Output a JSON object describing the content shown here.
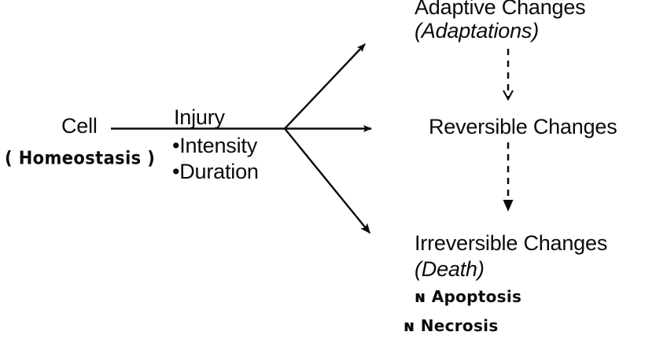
{
  "diagram": {
    "title_implicit": "Cell injury outcomes flow diagram",
    "nodes": {
      "cell": {
        "label": "Cell",
        "annotation": "( Homeostasis )"
      },
      "injury": {
        "label": "Injury",
        "bullets": [
          "•Intensity",
          "•Duration"
        ]
      },
      "adaptive": {
        "line1": "Adaptive Changes",
        "line2": "(Adaptations)"
      },
      "reversible": {
        "line1": "Reversible Changes"
      },
      "irreversible": {
        "line1": "Irreversible Changes",
        "line2": "(Death)",
        "handwritten": [
          "ɴ Apoptosis",
          "ɴ Necrosis"
        ]
      }
    },
    "connectors": {
      "stem": "solid-horizontal-line",
      "branch_up": "solid-arrow-up-right",
      "branch_mid": "solid-arrow-right",
      "branch_down": "solid-arrow-down-right",
      "dashed_1": "dashed-arrow-down-open-head",
      "dashed_2": "dashed-arrow-down-filled-head"
    },
    "colors": {
      "ink": "#0b0b0b",
      "background": "#ffffff"
    }
  }
}
